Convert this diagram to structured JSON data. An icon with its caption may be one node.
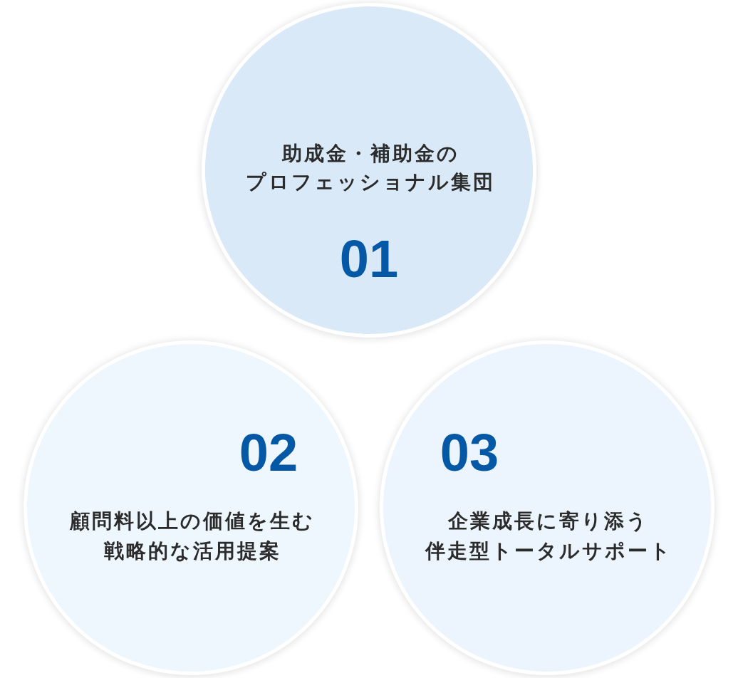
{
  "diagram": {
    "nodes": [
      {
        "text": [
          "助成金・補助金のプロフェッショナル集団",
          "01"
        ]
      },
      {
        "text": [
          "02",
          "顧問料以上の価値を生む戦略的な活用提案"
        ]
      },
      {
        "text": [
          "03",
          "企業成長に寄り添う伴走型トータルサポート"
        ]
      }
    ]
  }
}
